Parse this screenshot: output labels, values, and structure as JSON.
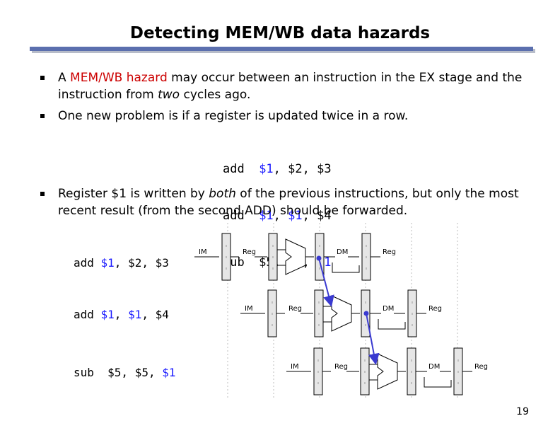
{
  "title": "Detecting MEM/WB data hazards",
  "bullets": [
    {
      "pre": "A ",
      "highlight": "MEM/WB hazard",
      "mid": " may occur between an instruction in the EX stage and the instruction from ",
      "emph": "two",
      "post": " cycles ago."
    },
    {
      "text": "One new problem is if a register is updated twice in a row."
    },
    {
      "pre": "Register $1 is written by ",
      "emph": "both",
      "post": " of the previous instructions, but only the most recent result (from the second ADD) should be forwarded."
    }
  ],
  "code": [
    {
      "op": "add  ",
      "a": "$1",
      "b": ", $2, $3",
      "c": ""
    },
    {
      "op": "add  ",
      "a": "$1",
      "b": ", ",
      "c": "$1",
      "d": ", $4"
    },
    {
      "op": "sub  $5, $5, ",
      "a": "",
      "b": "",
      "c": "$1",
      "d": ""
    }
  ],
  "pipeline_rows": [
    {
      "op": "add ",
      "reg1": "$1",
      "rest": ", $2, $3"
    },
    {
      "op": "add ",
      "reg1": "$1",
      "sep": ", ",
      "reg2": "$1",
      "rest": ", $4"
    },
    {
      "op": "sub  $5, $5, ",
      "reg2": "$1"
    }
  ],
  "stage_labels": {
    "im": "IM",
    "reg": "Reg",
    "dm": "DM"
  },
  "page_number": "19",
  "colors": {
    "accent_rule": "#5b6fae",
    "highlight": "#cc0000",
    "register": "#1a1aff",
    "arrow": "#3a3ad0"
  }
}
